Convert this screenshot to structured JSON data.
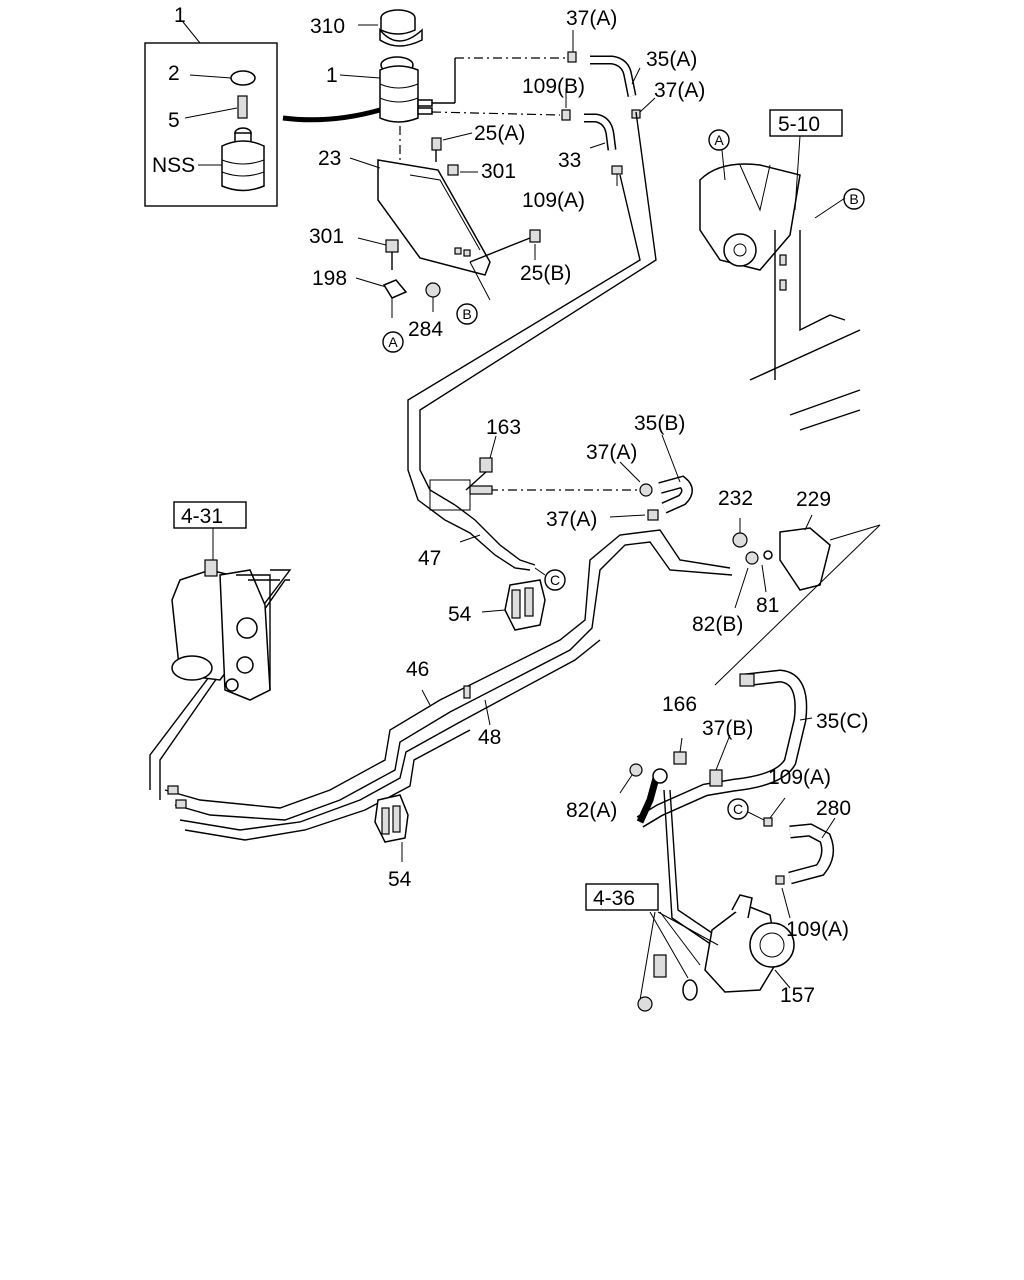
{
  "callouts": {
    "c1_top": "1",
    "c2": "2",
    "c5": "5",
    "nss": "NSS",
    "c310": "310",
    "c1_tank": "1",
    "c37a_top": "37(A)",
    "c35a": "35(A)",
    "c109b": "109(B)",
    "c37a_right": "37(A)",
    "c25a": "25(A)",
    "c23": "23",
    "c33": "33",
    "c301_a": "301",
    "c109a_top": "109(A)",
    "c301_b": "301",
    "c25b": "25(B)",
    "c198": "198",
    "c284": "284",
    "c163": "163",
    "c35b": "35(B)",
    "c37a_mid": "37(A)",
    "c37a_mid2": "37(A)",
    "c232": "232",
    "c229": "229",
    "c47": "47",
    "c54_top": "54",
    "c82b": "82(B)",
    "c81": "81",
    "c46": "46",
    "c48": "48",
    "c166": "166",
    "c37b": "37(B)",
    "c35c": "35(C)",
    "c109a_mid": "109(A)",
    "c82a": "82(A)",
    "c280": "280",
    "c54_bottom": "54",
    "c109a_low": "109(A)",
    "c157": "157"
  },
  "references": {
    "r510": "5-10",
    "r431": "4-31",
    "r436": "4-36"
  },
  "markers": {
    "a_bracket": "A",
    "b_bracket": "B",
    "a_frame": "A",
    "b_frame": "B",
    "c_hose": "C",
    "c_pump": "C"
  }
}
